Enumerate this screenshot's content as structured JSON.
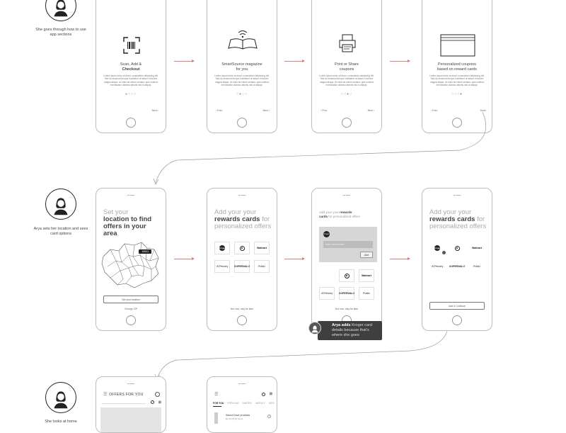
{
  "personas": [
    {
      "caption": "She goes through how to use app sections"
    },
    {
      "caption": "Arya sets her location and sees card options"
    },
    {
      "caption": "She looks at home"
    }
  ],
  "onboarding": [
    {
      "title_1": "Scan, Add &",
      "title_2": "Checkout",
      "dots": "●○○○",
      "prev": "",
      "next": "Next ›",
      "icon": "barcode-scan-icon"
    },
    {
      "title_1": "SmartSource magazine",
      "title_2": "for you",
      "dots": "○●○○",
      "prev": "‹ Prev",
      "next": "Next ›",
      "icon": "magazine-icon"
    },
    {
      "title_1": "Print or Share",
      "title_2": "coupons",
      "dots": "○○●○",
      "prev": "‹ Prev",
      "next": "Next ›",
      "icon": "printer-icon"
    },
    {
      "title_1": "Personalized coupons",
      "title_2": "based on reward cards",
      "dots": "○○○●",
      "prev": "‹ Prev",
      "next": "Done",
      "icon": "card-icon"
    }
  ],
  "lorem": "Lorem ipsum dolor sit amet, consectetur adipiscing elit. Sed do eiusmod tempor incididunt ut labore et dolore magna aliqua. Ut enim ad minim veniam, quis nostrud exercitation ullamco laboris nisi ut aliquip.",
  "location_screen": {
    "title_a": "Set your",
    "title_b": "location",
    "title_c": "to find offers in your area",
    "pin": "60611",
    "set_btn": "Set your location",
    "change": "Change ZIP"
  },
  "rewards_screen": {
    "title_a": "Add your your",
    "title_b": "rewards cards",
    "title_c": "for personalized offers",
    "not_now": "Not now, may be later",
    "add_continue": "Add & Continue"
  },
  "brands": {
    "kroger": "Kroger",
    "walmart": "Walmart",
    "jcpenney": "JCPenney",
    "safeway": "SUPERVALU",
    "publix": "Publix"
  },
  "card_entry": {
    "title_a": "Add your your",
    "title_b": "rewards",
    "title_c": "cards",
    "title_d": "for personalized offers",
    "placeholder": "Enter card number",
    "add_btn": "Add"
  },
  "tooltip": {
    "name": "Arya",
    "verb": "adds",
    "text": "Kroger card details because that's where she goes"
  },
  "home_screen": {
    "header": "OFFERS FOR YOU"
  },
  "list_screen": {
    "tabs": [
      "FOR YOU",
      "POPULAR",
      "LIMITED",
      "WEEKLY",
      "MOS"
    ],
    "item": "Select Dove products",
    "item_sub": "$1.00 off (2) items"
  }
}
